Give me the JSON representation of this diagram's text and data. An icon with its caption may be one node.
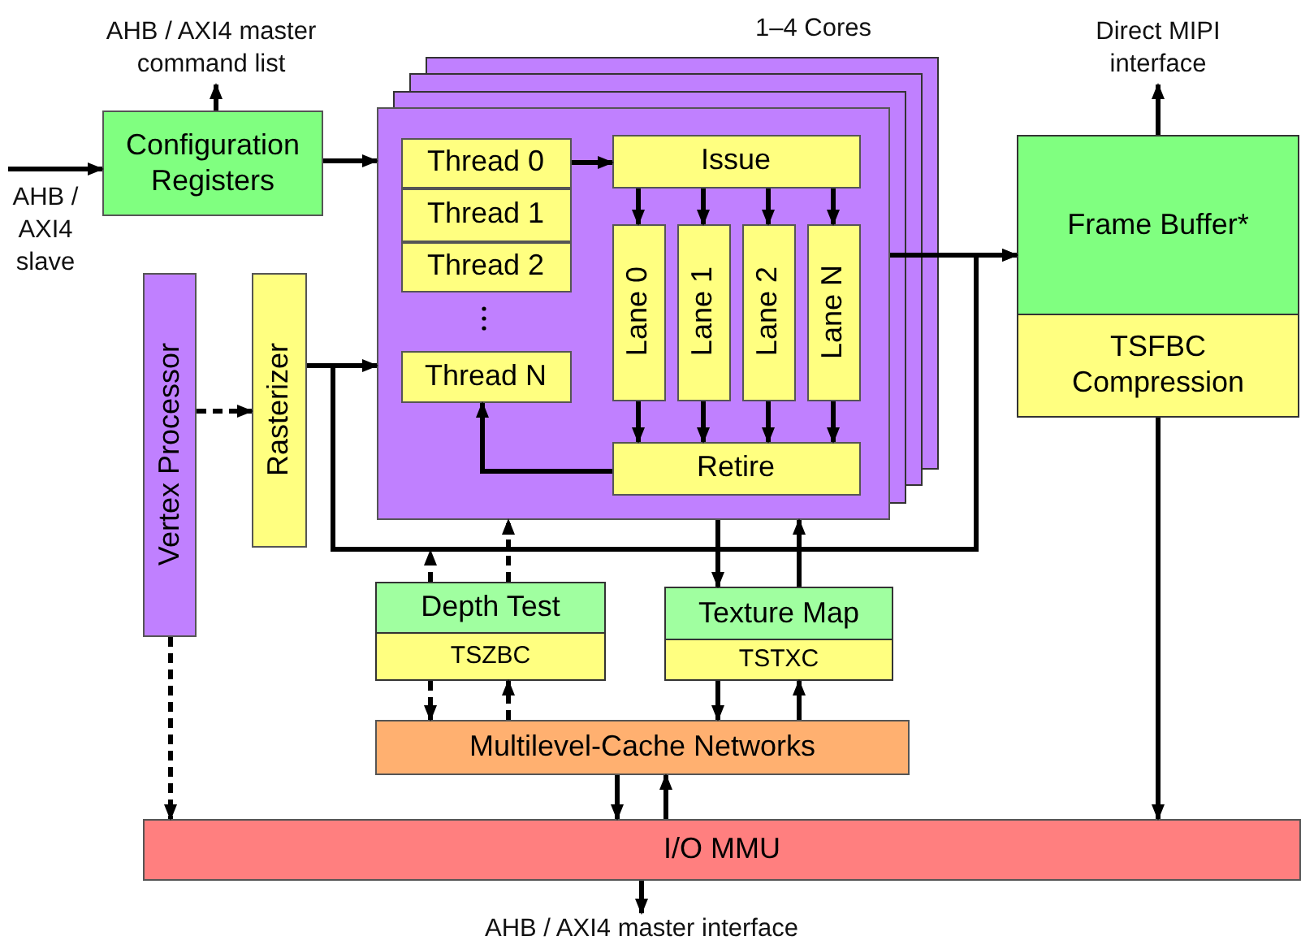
{
  "diagram": {
    "nodes": [
      {
        "text": [
          "Configuration Registers"
        ]
      },
      {
        "text": [],
        "shape": "box"
      },
      {
        "text": [
          "Thread 0"
        ],
        "in": 1
      },
      {
        "text": [
          "Thread 1"
        ],
        "in": 1
      },
      {
        "text": [
          "Thread 2"
        ],
        "in": 1
      },
      {
        "text": [
          "Thread N"
        ],
        "in": 1
      },
      {
        "text": [
          "Issue"
        ],
        "in": 1
      },
      {
        "text": [
          "Lane 0"
        ],
        "in": 1
      },
      {
        "text": [
          "Lane 1"
        ],
        "in": 1
      },
      {
        "text": [
          "Lane 2"
        ],
        "in": 1
      },
      {
        "text": [
          "Lane N"
        ],
        "in": 1
      },
      {
        "text": [
          "Retire"
        ],
        "in": 1
      },
      {
        "text": [
          "Frame Buffer*",
          "TSFBC Compression"
        ]
      },
      {
        "text": [
          "Vertex Processor"
        ]
      },
      {
        "text": [
          "Rasterizer"
        ]
      },
      {
        "text": [
          "Depth Test",
          "TSZBC"
        ]
      },
      {
        "text": [
          "Texture Map",
          "TSTXC"
        ]
      },
      {
        "text": [
          "Multilevel-Cache Networks"
        ]
      },
      {
        "text": [
          "I/O MMU"
        ]
      },
      {
        "text": [
          "AHB / AXI4 master command list"
        ]
      },
      {
        "text": [
          "Direct MIPI interface"
        ]
      },
      {
        "text": [
          "AHB / AXI4 master interface"
        ]
      }
    ],
    "edges": [
      {
        "from": null,
        "to": 0,
        "arrow": "to"
      },
      {
        "from": 0,
        "to": 19,
        "arrow": "to"
      },
      {
        "from": 0,
        "to": 1,
        "arrow": "to"
      },
      {
        "from": 2,
        "to": 6,
        "arrow": "to"
      },
      {
        "from": 6,
        "to": 7,
        "arrow": "to"
      },
      {
        "from": 6,
        "to": 8,
        "arrow": "to"
      },
      {
        "from": 6,
        "to": 9,
        "arrow": "to"
      },
      {
        "from": 6,
        "to": 10,
        "arrow": "to"
      },
      {
        "from": 7,
        "to": 11,
        "arrow": "to"
      },
      {
        "from": 8,
        "to": 11,
        "arrow": "to"
      },
      {
        "from": 9,
        "to": 11,
        "arrow": "to"
      },
      {
        "from": 10,
        "to": 11,
        "arrow": "to"
      },
      {
        "from": 11,
        "to": 5,
        "arrow": "to"
      },
      {
        "from": 14,
        "to": 1,
        "arrow": "to"
      },
      {
        "from": 1,
        "to": 12,
        "arrow": "to"
      },
      {
        "from": 14,
        "to": 12,
        "arrow": "to"
      },
      {
        "from": 13,
        "to": 14,
        "arrow": "to",
        "style": "dashed"
      },
      {
        "from": 13,
        "to": 18,
        "arrow": "to",
        "style": "dashed"
      },
      {
        "from": 15,
        "to": null,
        "arrow": "to",
        "style": "dashed"
      },
      {
        "from": 15,
        "to": 1,
        "arrow": "to",
        "style": "dashed"
      },
      {
        "from": 1,
        "to": 16,
        "arrow": "to"
      },
      {
        "from": 16,
        "to": 1,
        "arrow": "to"
      },
      {
        "from": 15,
        "to": 17,
        "arrow": "to",
        "style": "dashed"
      },
      {
        "from": 17,
        "to": 15,
        "arrow": "to",
        "style": "dashed"
      },
      {
        "from": 16,
        "to": 17,
        "arrow": "to"
      },
      {
        "from": 17,
        "to": 16,
        "arrow": "to"
      },
      {
        "from": 17,
        "to": 18,
        "arrow": "to"
      },
      {
        "from": 18,
        "to": 17,
        "arrow": "to"
      },
      {
        "from": 12,
        "to": 18,
        "arrow": "to"
      },
      {
        "from": 12,
        "to": 20,
        "arrow": "to"
      },
      {
        "from": 18,
        "to": 21,
        "arrow": "to"
      }
    ],
    "labels": [
      "1–4 Cores",
      "AHB / AXI4 slave"
    ]
  }
}
